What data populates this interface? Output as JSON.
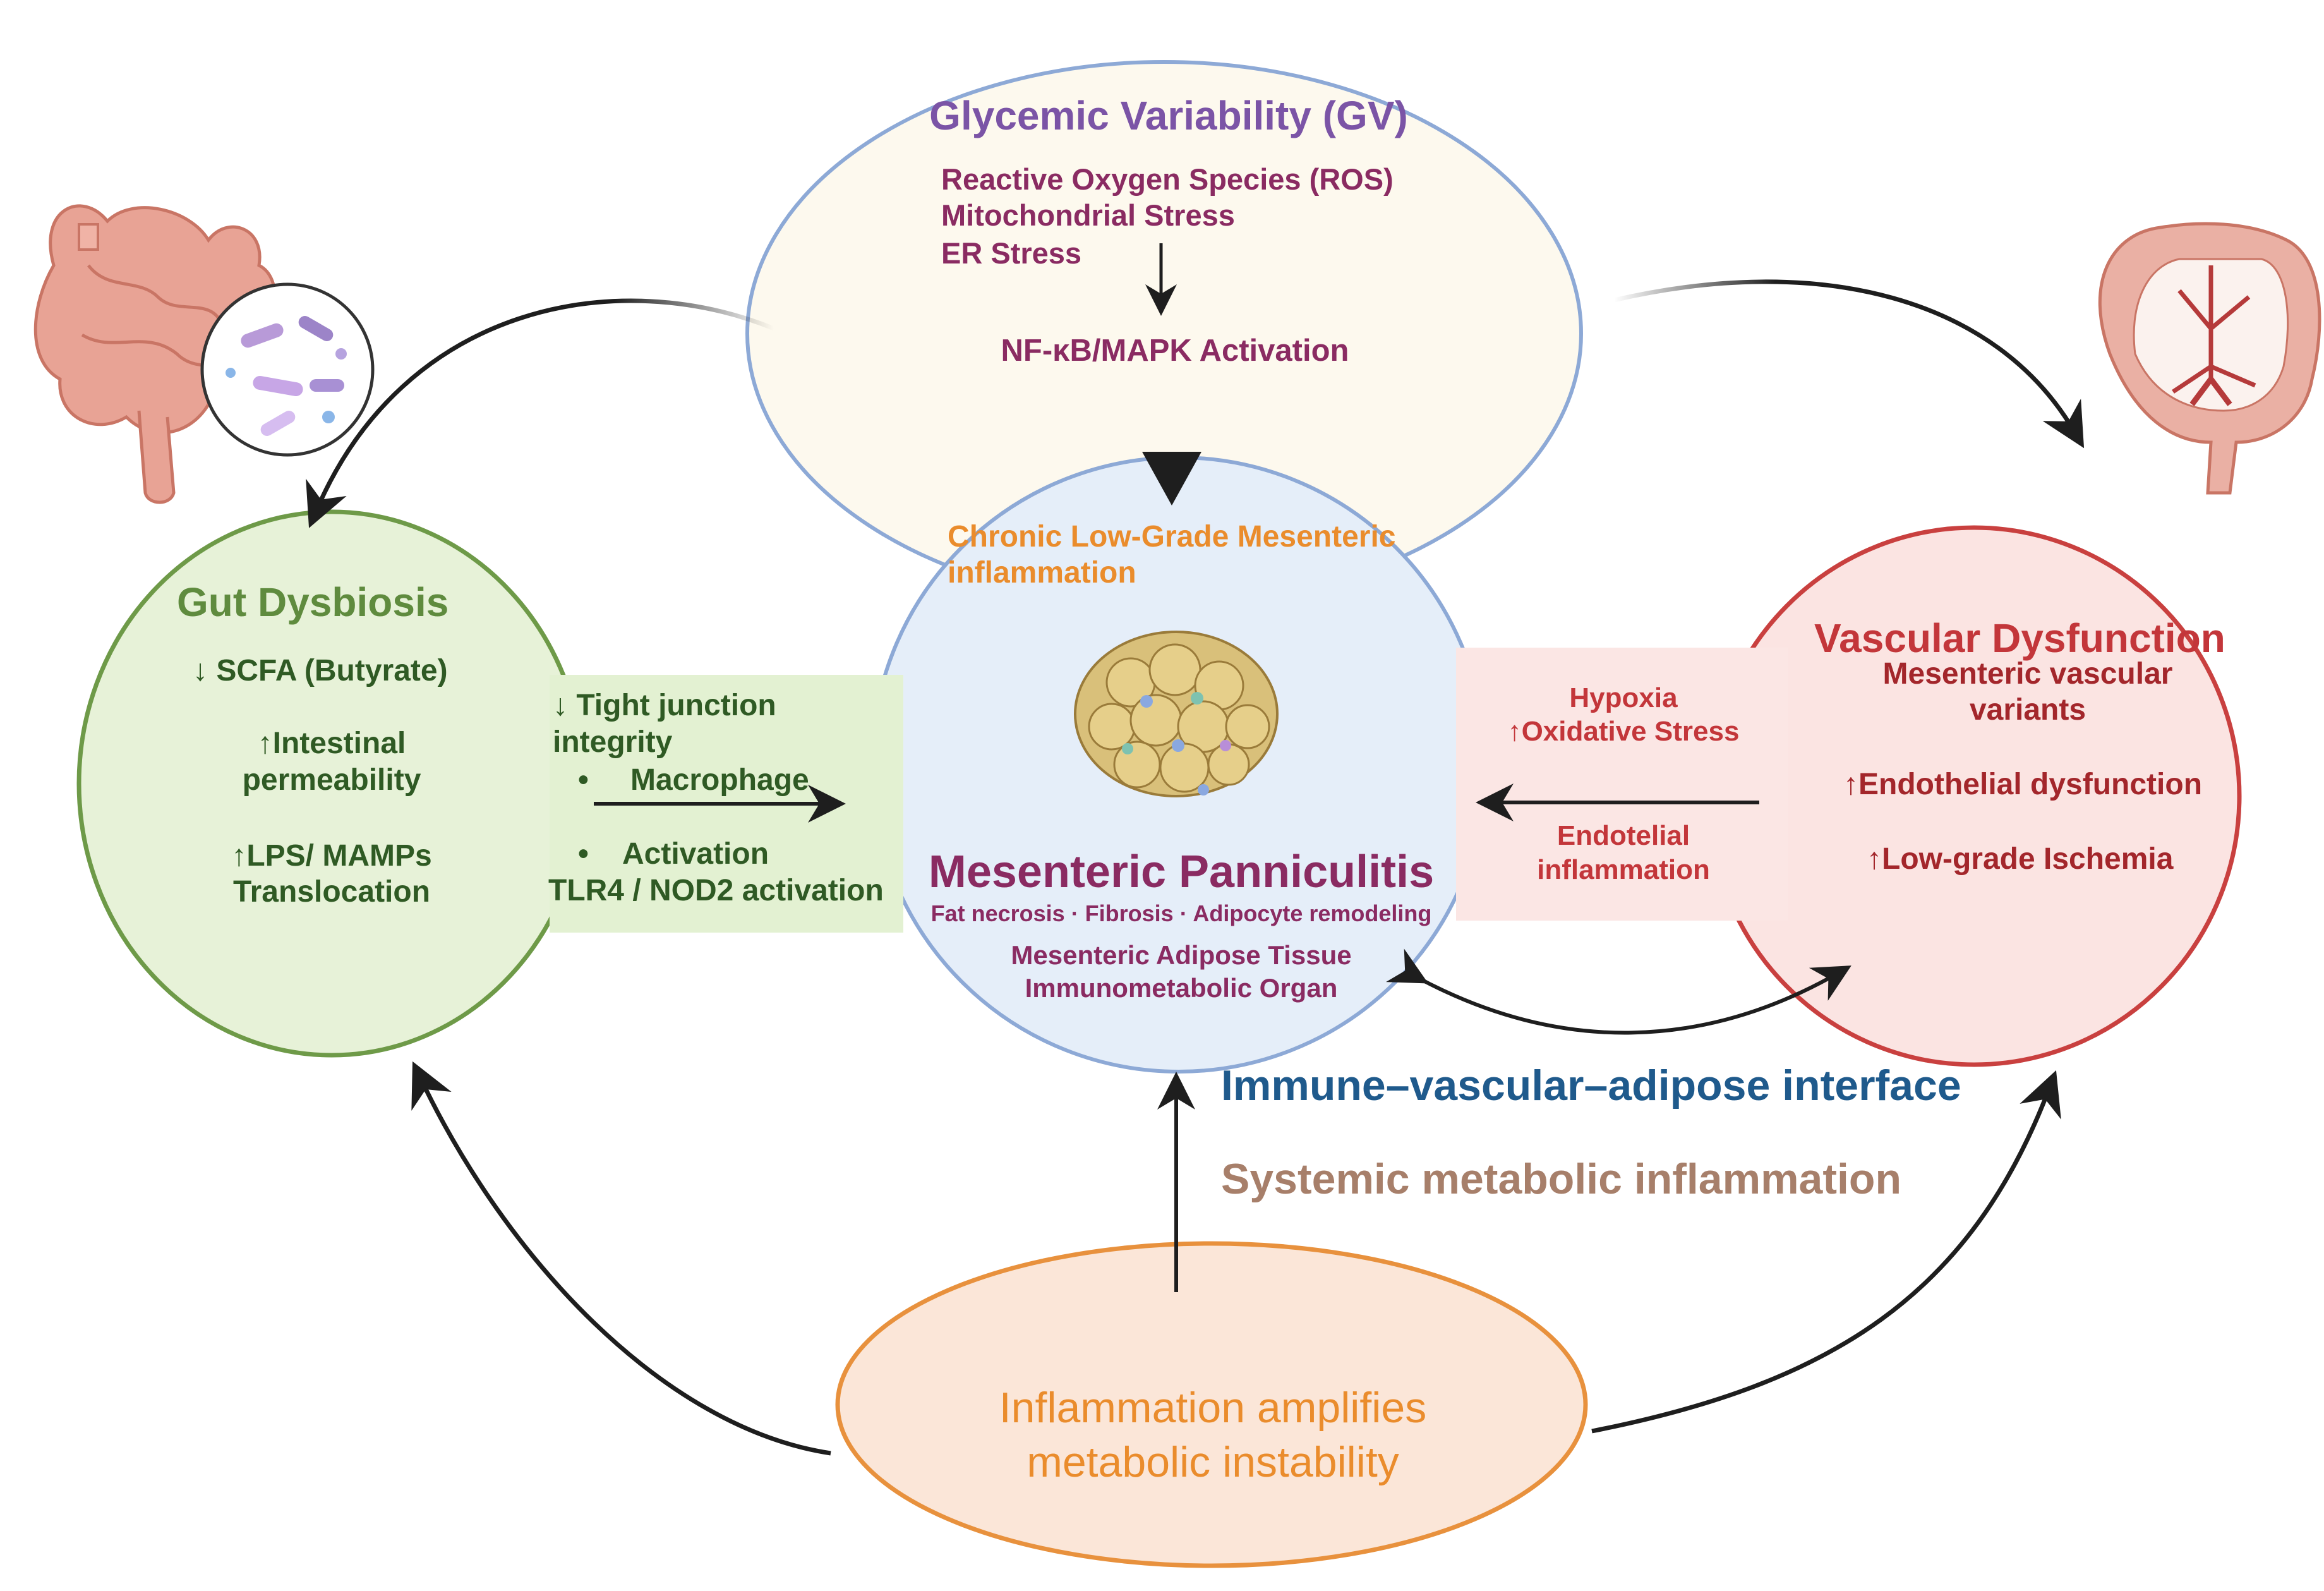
{
  "gv": {
    "title": "Glycemic Variability (GV)",
    "line1": "Reactive Oxygen Species (ROS)",
    "line2": "Mitochondrial Stress",
    "line3": "ER Stress",
    "activation": "NF-κB/MAPK Activation"
  },
  "center": {
    "chronic_line1": "Chronic Low-Grade Mesenteric",
    "chronic_line2": "inflammation",
    "title": "Mesenteric Panniculitis",
    "subtitle": "Fat necrosis · Fibrosis · Adipocyte remodeling",
    "organ_line1": "Mesenteric Adipose Tissue",
    "organ_line2": "Immunometabolic Organ"
  },
  "gut": {
    "title": "Gut Dysbiosis",
    "scfa": "↓  SCFA (Butyrate)",
    "perm_line1": "↑Intestinal",
    "perm_line2": "permeability",
    "lps_line1": "↑LPS/ MAMPs",
    "lps_line2": "Translocation"
  },
  "gut_box": {
    "tight_line1": "↓ Tight junction",
    "tight_line2": "integrity",
    "macrophage": "Macrophage",
    "activation": "Activation",
    "tlr": "TLR4 / NOD2 activation",
    "bullet": "•"
  },
  "vascular": {
    "title": "Vascular Dysfunction",
    "variants_line1": "Mesenteric vascular",
    "variants_line2": "variants",
    "endothelial": "↑Endothelial dysfunction",
    "ischemia": "↑Low-grade Ischemia"
  },
  "vascular_box": {
    "hypoxia": "Hypoxia",
    "oxidative": "↑Oxidative Stress",
    "endo_line1": "Endotelial",
    "endo_line2": "inflammation"
  },
  "interface": "Immune–vascular–adipose interface",
  "systemic": "Systemic metabolic inflammation",
  "bottom": {
    "line1": "Inflammation amplifies",
    "line2": "metabolic instability"
  },
  "colors": {
    "gv_fill": "#fdf9ee",
    "gv_stroke": "#8da9d6",
    "center_fill": "#e5eef9",
    "gut_fill": "#e7f2d8",
    "gut_stroke": "#6e9a48",
    "vasc_fill": "#fbe4e2",
    "vasc_stroke": "#c9403f",
    "bottom_fill": "#fbe6d8",
    "bottom_stroke": "#e8913d",
    "gut_box_fill": "#e3f1d2",
    "vasc_box_fill": "#fbe6e4"
  }
}
